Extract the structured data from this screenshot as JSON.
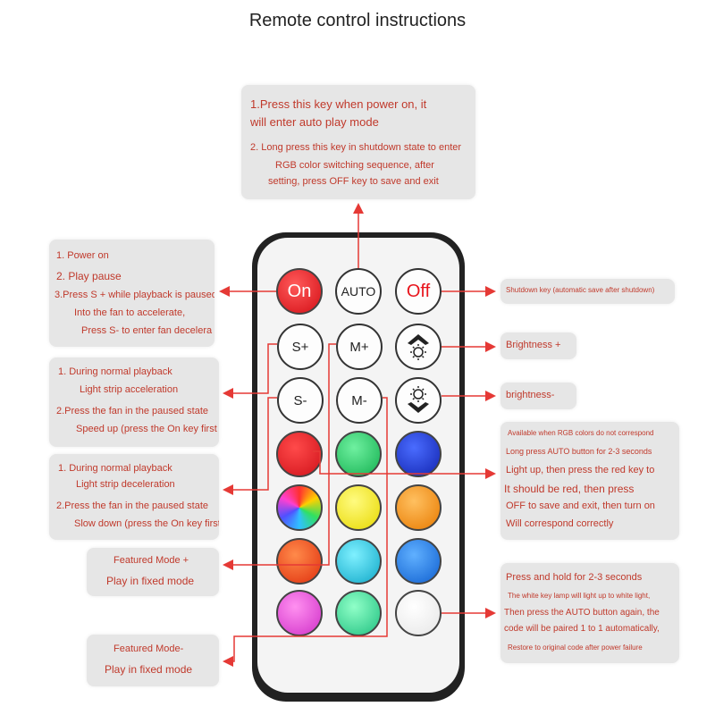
{
  "title": "Remote control instructions",
  "top_box": {
    "lines": [
      "1.Press this key when power on, it",
      "will enter auto play mode",
      "2. Long press this key in shutdown state to enter",
      "RGB color switching sequence, after",
      "setting, press OFF key to save and exit"
    ]
  },
  "left_boxes": {
    "on": [
      "1. Power on",
      "2. Play pause",
      "3.Press S + while playback is paused",
      "Into the fan to accelerate,",
      "Press S- to enter fan decelera"
    ],
    "splus": [
      "1. During normal playback",
      "Light strip acceleration",
      "2.Press the fan in the paused state",
      "Speed up (press the On key first"
    ],
    "sminus": [
      "1. During normal playback",
      "Light strip deceleration",
      "2.Press the fan in the paused state",
      "Slow down (press the On key first"
    ],
    "featured_plus": [
      "Featured Mode +",
      "Play in fixed mode"
    ],
    "featured_minus": [
      "Featured Mode-",
      "Play in fixed mode"
    ]
  },
  "right_boxes": {
    "off": [
      "Shutdown key (automatic save after shutdown)"
    ],
    "brightness_up": [
      "Brightness +"
    ],
    "brightness_down": [
      "brightness-"
    ],
    "rgb": [
      "Available when RGB colors do not correspond",
      "Long press AUTO button for 2-3 seconds",
      "Light up, then press the red key to",
      "It should be red, then press",
      "OFF to save and exit, then turn on",
      "Will correspond correctly"
    ],
    "white": [
      "Press and hold for 2-3 seconds",
      "The white key lamp will light up to white light,",
      "Then press the AUTO button again, the",
      "code will be paired 1 to 1 automatically,",
      "Restore to original code after power failure"
    ]
  },
  "keys": {
    "on": "On",
    "auto": "AUTO",
    "off": "Off",
    "splus": "S+",
    "mplus": "M+",
    "sminus": "S-",
    "mminus": "M-"
  },
  "colors": {
    "text_red": "#c0392b",
    "arrow_red": "#e53935",
    "box_gray": "#e6e6e6",
    "key_red": "#e8141c",
    "key_green": "#27c46b",
    "key_blue": "#1d3bd6",
    "key_rainbow": "#f4d000",
    "key_yellow": "#f5ee22",
    "key_orange": "#f39a1a",
    "key_redorange": "#f05a1e",
    "key_cyan": "#1fc0d8",
    "key_blue2": "#1879e0",
    "key_pink": "#e44fd8",
    "key_green2": "#32d08a",
    "key_white": "#f5f5f5"
  },
  "icons": {
    "brightness_up": "sun-up-icon",
    "brightness_down": "sun-down-icon"
  }
}
